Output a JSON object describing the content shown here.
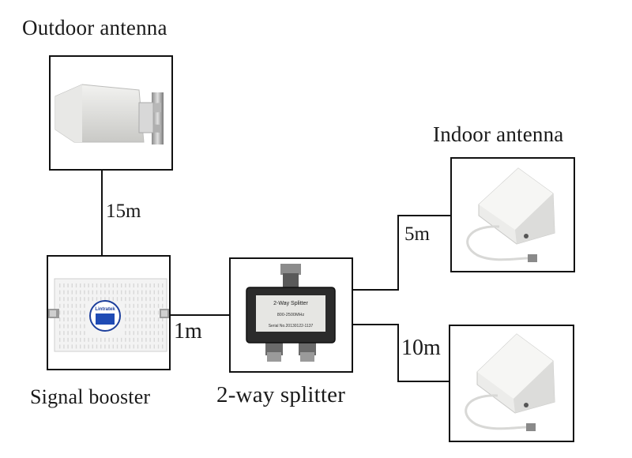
{
  "labels": {
    "outdoor_antenna": "Outdoor antenna",
    "indoor_antenna": "Indoor antenna",
    "signal_booster": "Signal booster",
    "splitter": "2-way splitter"
  },
  "cable_lengths": {
    "outdoor_to_booster": "15m",
    "booster_to_splitter": "1m",
    "splitter_to_indoor_top": "5m",
    "splitter_to_indoor_bottom": "10m"
  },
  "device_text": {
    "booster_brand": "Lintratek",
    "splitter_name": "2-Way Splitter",
    "splitter_freq": "800-2500MHz",
    "splitter_serial": "Serial No.20130122-1137"
  }
}
